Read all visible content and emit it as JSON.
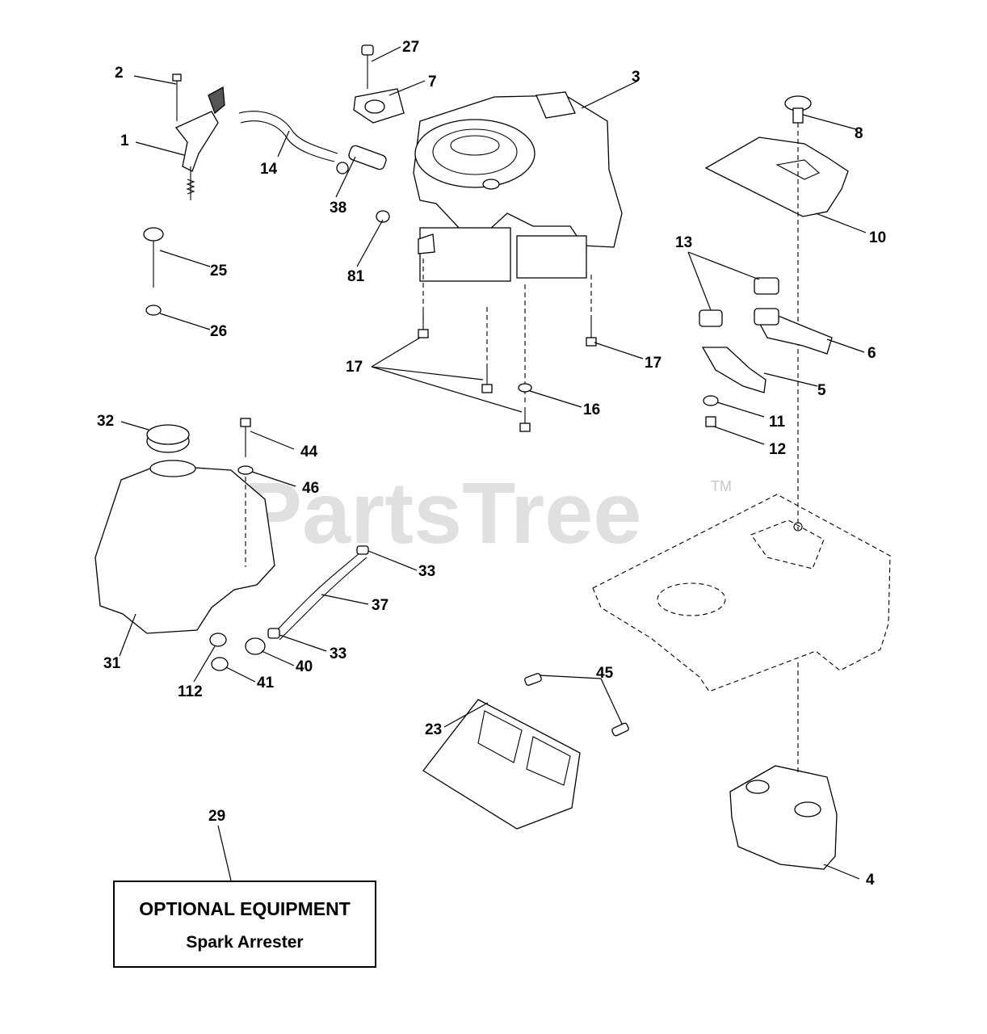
{
  "watermark": {
    "text": "PartsTree",
    "trademark": "TM"
  },
  "optional_box": {
    "line1": "OPTIONAL EQUIPMENT",
    "line2": "Spark Arrester"
  },
  "callouts": {
    "c1": "1",
    "c2": "2",
    "c3": "3",
    "c4": "4",
    "c5": "5",
    "c6": "6",
    "c7": "7",
    "c8": "8",
    "c10": "10",
    "c11": "11",
    "c12": "12",
    "c13": "13",
    "c14": "14",
    "c16": "16",
    "c17a": "17",
    "c17b": "17",
    "c23": "23",
    "c25": "25",
    "c26": "26",
    "c27": "27",
    "c29": "29",
    "c31": "31",
    "c32": "32",
    "c33a": "33",
    "c33b": "33",
    "c37": "37",
    "c38": "38",
    "c40": "40",
    "c41": "41",
    "c44": "44",
    "c45": "45",
    "c46": "46",
    "c81": "81",
    "c112": "112"
  }
}
